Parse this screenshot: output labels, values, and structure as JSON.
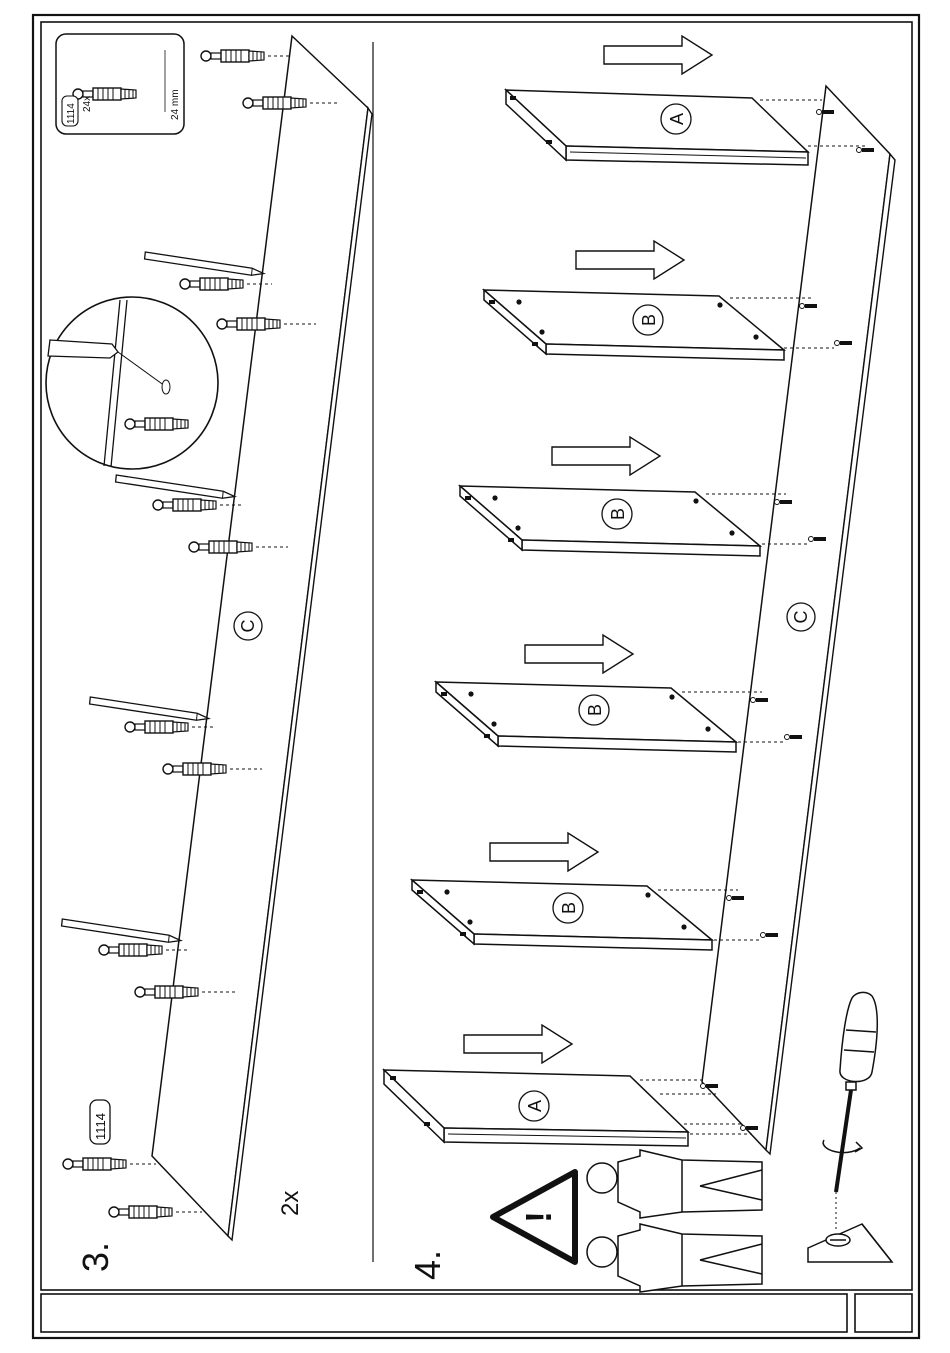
{
  "step3": {
    "number": "3.",
    "fitting_box": {
      "part_id": "1114",
      "qty": "24x",
      "length": "24 mm"
    },
    "part_tag": "1114",
    "panel_label": "C",
    "multiplier": "2x"
  },
  "step4": {
    "number": "4.",
    "top_shelf": "A",
    "shelves": [
      "B",
      "B",
      "B",
      "B"
    ],
    "bottom_shelf": "A",
    "side_panel": "C",
    "warning_mark": "!"
  }
}
